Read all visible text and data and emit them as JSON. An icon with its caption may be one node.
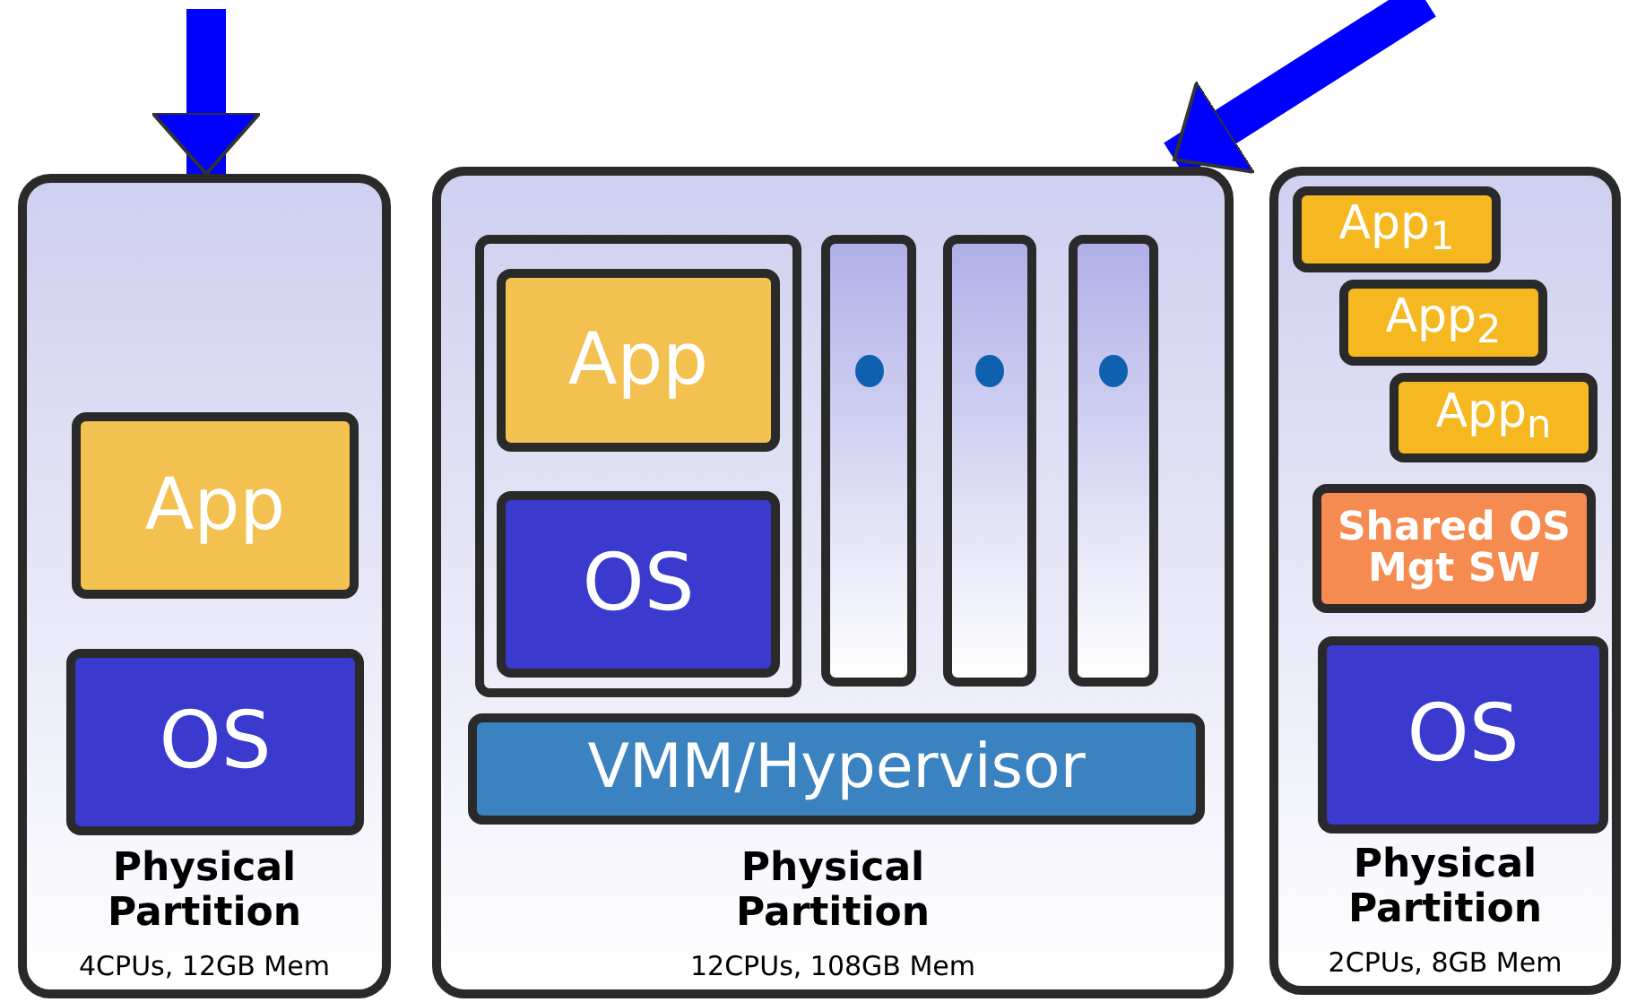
{
  "diagram": {
    "nodes": [
      {
        "text": [
          "Physical Partition",
          "4CPUs, 12GB Mem"
        ]
      },
      {
        "text": [
          "App"
        ],
        "in": 0
      },
      {
        "text": [
          "OS"
        ],
        "in": 0
      },
      {
        "text": [
          "Physical Partition",
          "12CPUs, 108GB Mem"
        ]
      },
      {
        "text": [],
        "shape": "box",
        "in": 3
      },
      {
        "text": [
          "App"
        ],
        "in": 4
      },
      {
        "text": [
          "OS"
        ],
        "in": 4
      },
      {
        "text": [],
        "shape": "bar",
        "in": 3
      },
      {
        "text": [],
        "shape": "bar",
        "in": 3
      },
      {
        "text": [],
        "shape": "bar",
        "in": 3
      },
      {
        "text": [
          "VMM/Hypervisor"
        ],
        "in": 3
      },
      {
        "text": [
          "Physical Partition",
          "2CPUs, 8GB Mem"
        ]
      },
      {
        "text": [
          "App$_{1}$"
        ],
        "in": 11
      },
      {
        "text": [
          "App$_{2}$"
        ],
        "in": 11
      },
      {
        "text": [
          "App$_{n}$"
        ],
        "in": 11
      },
      {
        "text": [
          "Shared OS Mgt SW"
        ],
        "in": 11
      },
      {
        "text": [
          "OS"
        ],
        "in": 11
      }
    ],
    "edges": [
      {
        "from": null,
        "to": 0,
        "arrow": "to"
      },
      {
        "from": null,
        "to": 3,
        "arrow": "to"
      }
    ]
  }
}
